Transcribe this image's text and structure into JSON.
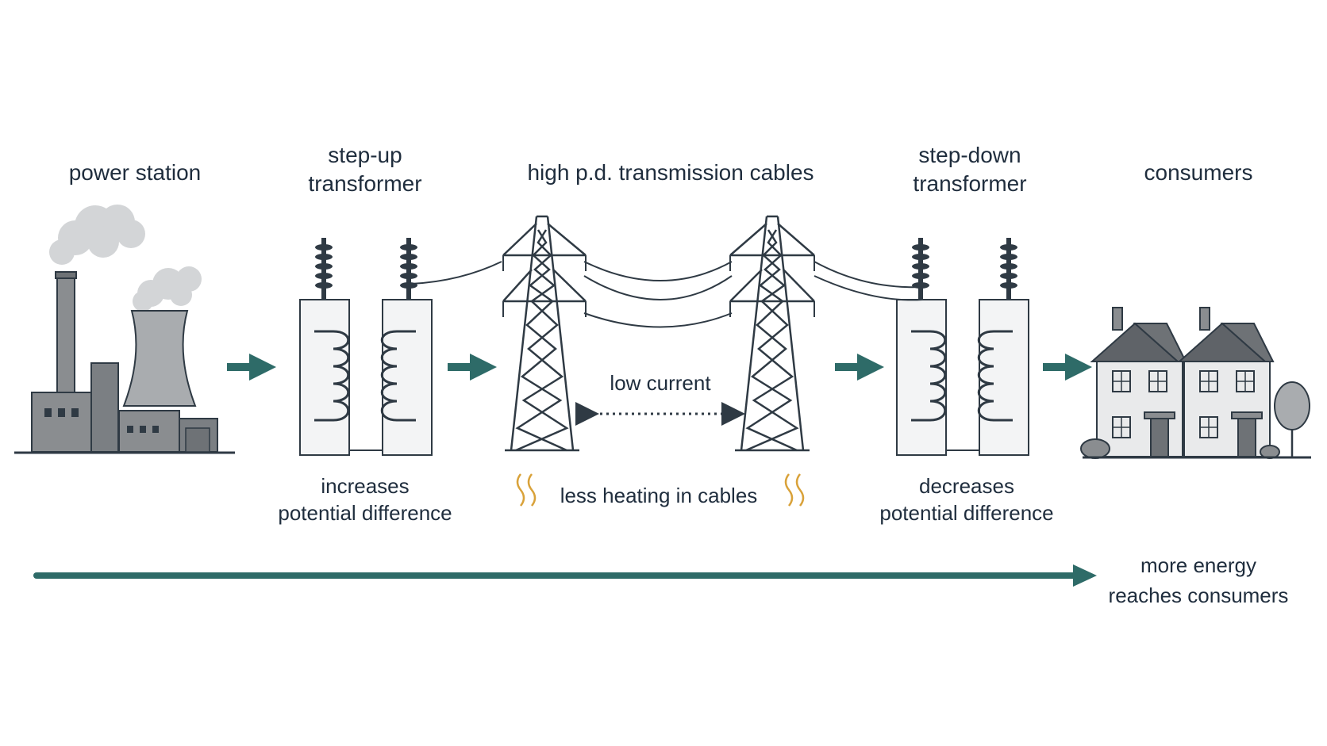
{
  "labels": {
    "power_station": "power station",
    "step_up_line1": "step-up",
    "step_up_line2": "transformer",
    "cables": "high p.d. transmission cables",
    "step_down_line1": "step-down",
    "step_down_line2": "transformer",
    "consumers": "consumers",
    "increases_line1": "increases",
    "increases_line2": "potential difference",
    "low_current": "low current",
    "less_heating": "less heating in cables",
    "decreases_line1": "decreases",
    "decreases_line2": "potential difference",
    "result_line1": "more energy",
    "result_line2": "reaches consumers"
  },
  "colors": {
    "accent": "#2e6b68",
    "ink": "#2f3a44",
    "building": "#8a8d90",
    "building_dark": "#6e7276",
    "roof": "#5f6368",
    "smoke": "#cfd1d3",
    "heat": "#d9a23a",
    "text": "#1f2d3d"
  }
}
